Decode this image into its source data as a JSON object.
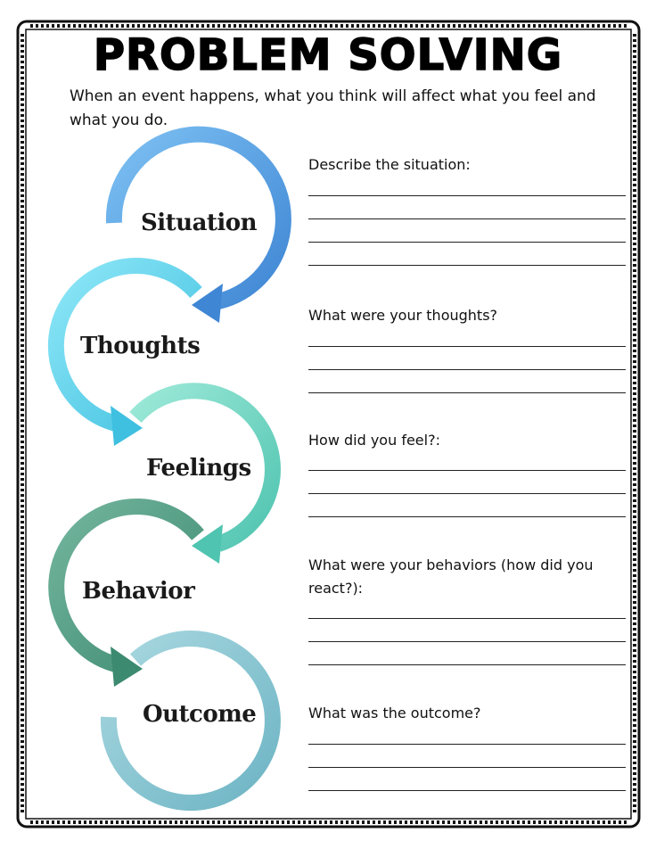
{
  "title": "PROBLEM SOLVING",
  "subtitle": "When an event happens, what you think will affect what you feel and what you do.",
  "cycle": [
    {
      "label": "Situation",
      "color": "#5ea6e3"
    },
    {
      "label": "Thoughts",
      "color": "#5fd0ea"
    },
    {
      "label": "Feelings",
      "color": "#6fd6c4"
    },
    {
      "label": "Behavior",
      "color": "#4e9e86"
    },
    {
      "label": "Outcome",
      "color": "#8cc8d4"
    }
  ],
  "sections": [
    {
      "prompt": "Describe the situation:"
    },
    {
      "prompt": "What were your thoughts?"
    },
    {
      "prompt": "How did you feel?:"
    },
    {
      "prompt": "What were your behaviors (how did you react?):"
    },
    {
      "prompt": "What was the outcome?"
    }
  ]
}
